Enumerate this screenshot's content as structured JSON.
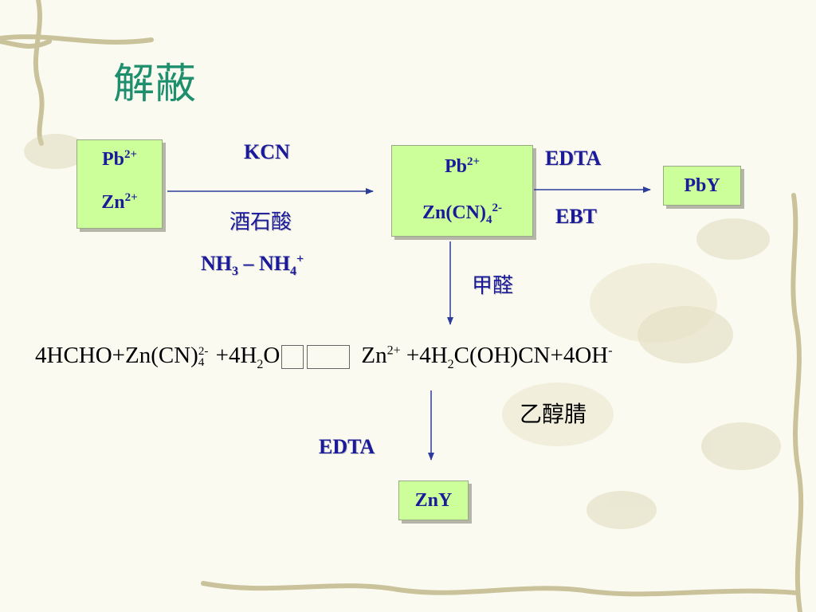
{
  "title": "解蔽",
  "colors": {
    "box_fill": "#ccff99",
    "text_blue": "#1a1a9a",
    "title_green": "#1d8f6d",
    "arrow": "#2b3c9b"
  },
  "box_initial": {
    "line1": "Pb",
    "line1_sup": "2+",
    "line2": "Zn",
    "line2_sup": "2+"
  },
  "arrow1": {
    "above": "KCN",
    "below": "酒石酸",
    "buffer_a": "NH",
    "buffer_a_sub": "3",
    "buffer_dash": " – ",
    "buffer_b": "NH",
    "buffer_b_sub": "4",
    "buffer_b_sup": "+"
  },
  "box_masked": {
    "line1": "Pb",
    "line1_sup": "2+",
    "line2": "Zn(CN)",
    "line2_sub": "4",
    "line2_sup": "2-"
  },
  "arrow2": {
    "above": "EDTA",
    "below": "EBT"
  },
  "box_pby": {
    "label": "PbY"
  },
  "arrow_down1": {
    "label": "甲醛"
  },
  "equation": {
    "a": "4HCHO+Zn(CN)",
    "a_sup": "2-",
    "a_sub": "4",
    "b": " +4H",
    "b_sub": "2",
    "c": "O",
    "d": "Zn",
    "d_sup": "2+",
    "e": " +4H",
    "e_sub": "2",
    "f": "C(OH)CN+4OH",
    "f_sup": "-"
  },
  "product_name": "乙醇腈",
  "arrow_down2": {
    "label": "EDTA"
  },
  "box_zny": {
    "label": "ZnY"
  }
}
